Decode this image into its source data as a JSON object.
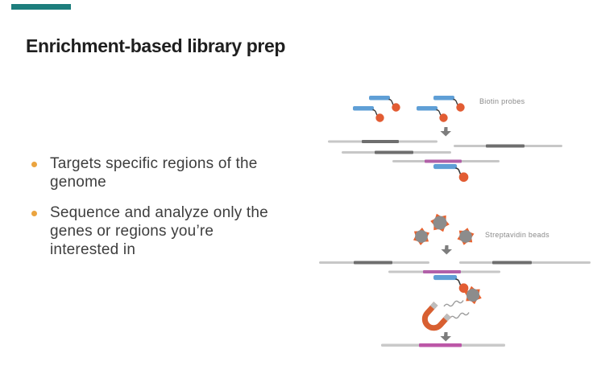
{
  "slide": {
    "title": "Enrichment-based library prep",
    "bullets": [
      {
        "lines": [
          "Targets specific regions of the",
          "genome"
        ]
      },
      {
        "lines": [
          "Sequence and analyze only the",
          "genes or regions you’re",
          "interested in"
        ]
      }
    ]
  },
  "diagram": {
    "biotin_label": "Biotin probes",
    "streptavidin_label": "Streptavidin beads",
    "icons": {
      "biotin-probe-icon": "blue adapter bar with orange biotin ball",
      "streptavidin-bead-icon": "gray bead with orange spikes",
      "down-arrow-icon": "small gray down arrow",
      "magnet-icon": "orange horseshoe magnet",
      "dna-fragment": "gray line with dark target region",
      "target-fragment": "gray line with magenta target region"
    }
  },
  "colors": {
    "brand_bar": "#1d7e7d",
    "bullet_dot": "#eba43f",
    "body_text": "#3e3e3e",
    "title_text": "#1f1f1f",
    "probe_blue": "#5f9fd6",
    "biotin_orange": "#e25c33",
    "bead_gray": "#8c8c8c",
    "spike_orange": "#e8622f",
    "fragment_light": "#c7c7c7",
    "fragment_dark": "#6e6e6e",
    "target_magenta": "#b160a8",
    "bottom_magenta": "#bc57a7",
    "magnet_orange": "#d85f31",
    "label_gray": "#8a8a8a",
    "arrow_gray": "#7d7d7d"
  }
}
